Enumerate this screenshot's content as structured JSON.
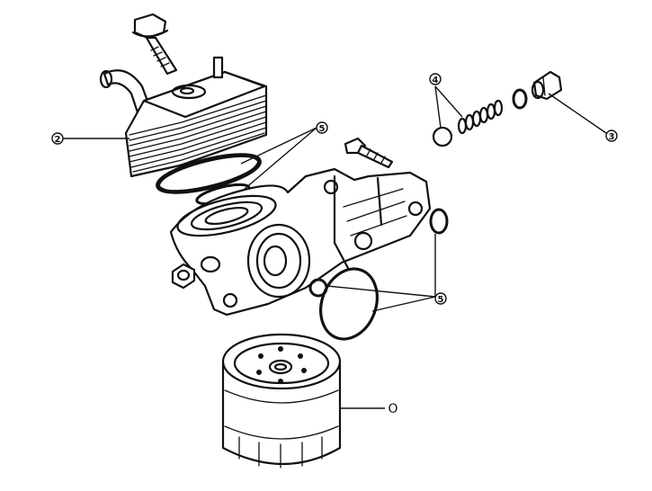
{
  "callouts": {
    "oil_cooler": "2",
    "oil_plug": "3",
    "valve_parts": "4",
    "seals_top": "5",
    "seals_bottom": "5",
    "oil_filter": "O"
  }
}
